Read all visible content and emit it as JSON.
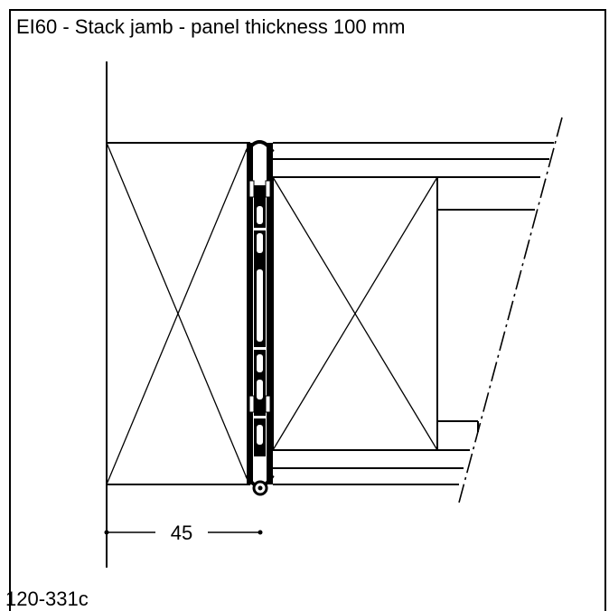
{
  "title": "EI60 - Stack jamb - panel thickness 100 mm",
  "dimension_label": "45",
  "drawing_code": "120-331c"
}
